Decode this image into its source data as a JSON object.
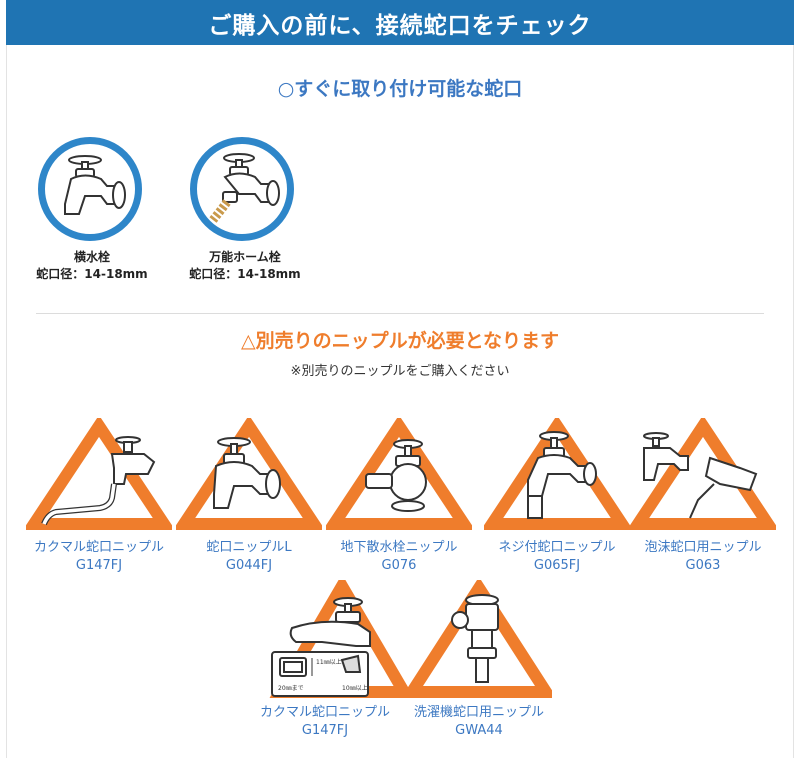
{
  "header": {
    "title": "ご購入の前に、接続蛇口をチェック"
  },
  "ok_section": {
    "title": "○すぐに取り付け可能な蛇口",
    "faucets": [
      {
        "name": "横水栓",
        "spec": "蛇口径：14-18mm",
        "icon": "faucet-icon"
      },
      {
        "name": "万能ホーム栓",
        "spec": "蛇口径：14-18mm",
        "icon": "hose-faucet-icon"
      }
    ]
  },
  "warn_section": {
    "title": "△別売りのニップルが必要となります",
    "note": "※別売りのニップルをご購入ください",
    "nipples": [
      {
        "name": "カクマル蛇口ニップル",
        "code": "G147FJ"
      },
      {
        "name": "蛇口ニップルL",
        "code": "G044FJ"
      },
      {
        "name": "地下散水栓ニップル",
        "code": "G076"
      },
      {
        "name": "ネジ付蛇口ニップル",
        "code": "G065FJ"
      },
      {
        "name": "泡沫蛇口用ニップル",
        "code": "G063"
      },
      {
        "name": "カクマル蛇口ニップル",
        "code": "G147FJ"
      },
      {
        "name": "洗濯機蛇口用ニップル",
        "code": "GWA44"
      }
    ],
    "diagram_labels": {
      "upper": "11㎜以上",
      "left": "20㎜まで",
      "right": "10㎜以上"
    }
  },
  "colors": {
    "header_bg": "#1f74b3",
    "ok_blue": "#2e86c9",
    "warn_orange": "#ef7d2c",
    "label_blue": "#3c78c2"
  }
}
